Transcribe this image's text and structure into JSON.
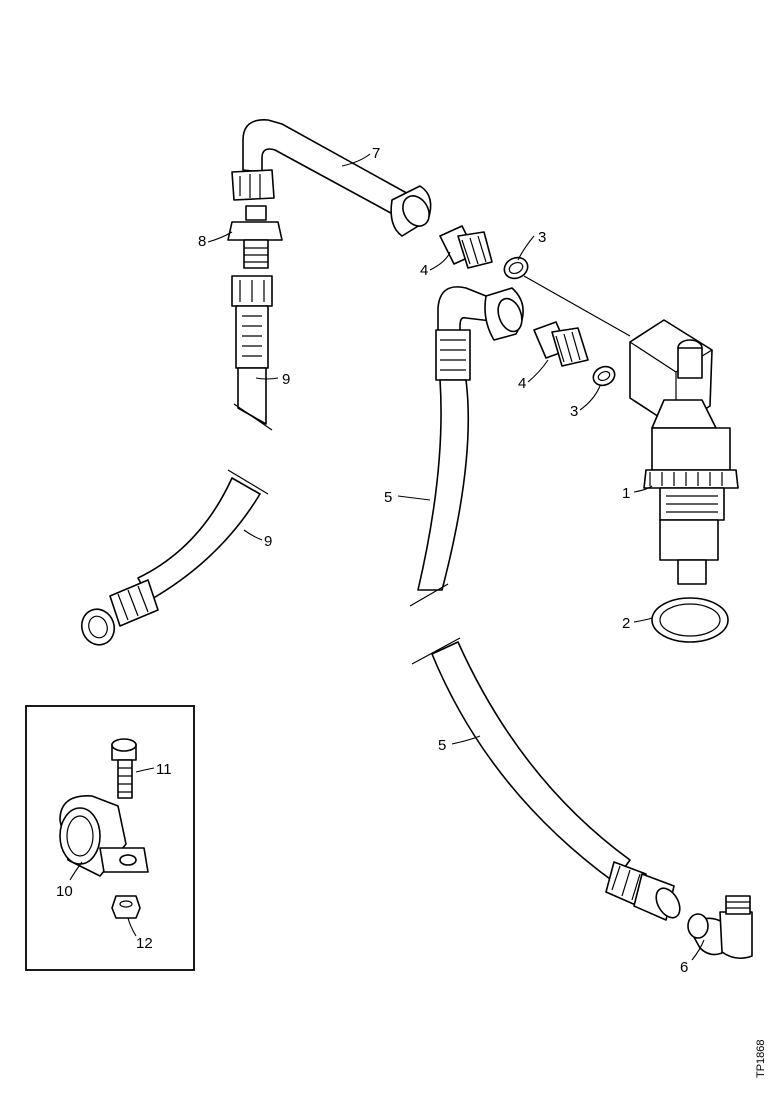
{
  "callouts": {
    "c1": "1",
    "c2": "2",
    "c3a": "3",
    "c3b": "3",
    "c4a": "4",
    "c4b": "4",
    "c5a": "5",
    "c5b": "5",
    "c6": "6",
    "c7": "7",
    "c8": "8",
    "c9a": "9",
    "c9b": "9",
    "c10": "10",
    "c11": "11",
    "c12": "12"
  },
  "document_number": "TP1868"
}
